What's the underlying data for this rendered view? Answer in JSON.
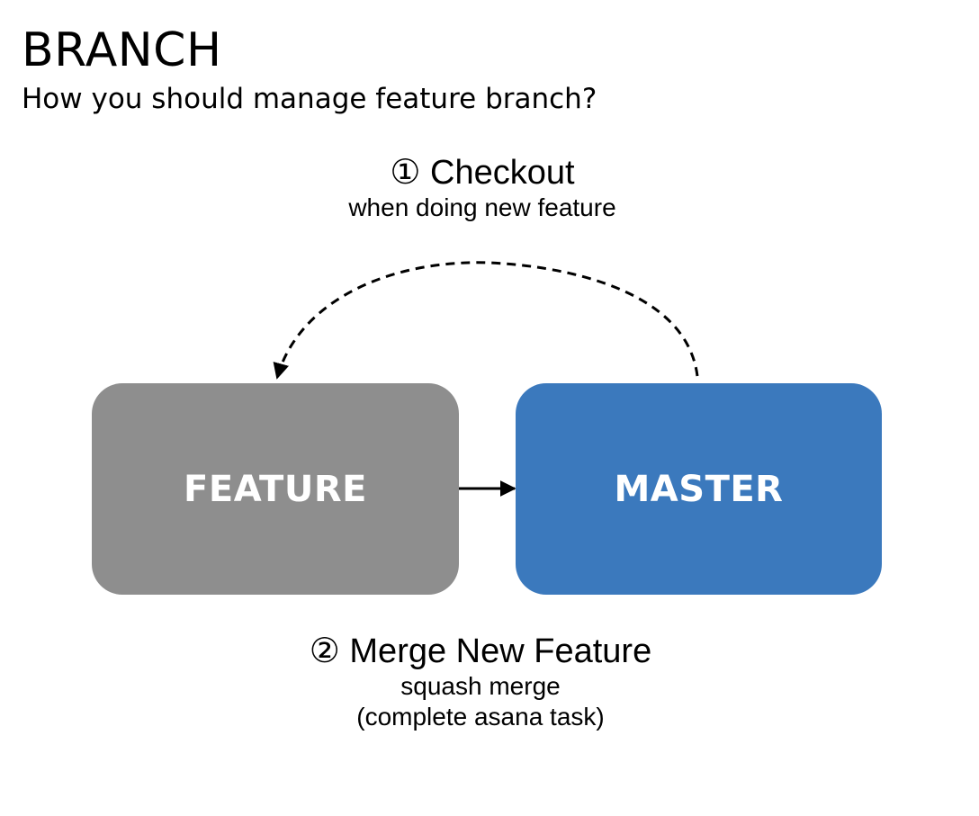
{
  "header": {
    "title": "BRANCH",
    "subtitle": "How you should manage feature branch?"
  },
  "steps": {
    "checkout": {
      "title": "① Checkout",
      "lines": [
        "when doing new feature"
      ]
    },
    "merge": {
      "title": "② Merge New Feature",
      "lines": [
        "squash merge",
        "(complete asana task)"
      ]
    }
  },
  "nodes": {
    "feature": {
      "label": "FEATURE",
      "color": "#8e8e8e"
    },
    "master": {
      "label": "MASTER",
      "color": "#3b79bd"
    }
  },
  "edges": [
    {
      "from": "master",
      "to": "feature",
      "style": "dashed",
      "label_ref": "checkout"
    },
    {
      "from": "feature",
      "to": "master",
      "style": "solid",
      "label_ref": "merge"
    }
  ]
}
